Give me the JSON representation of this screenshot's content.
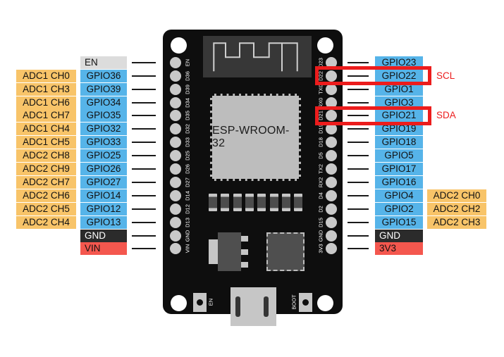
{
  "module": {
    "label": "ESP-WROOM-32"
  },
  "buttons": {
    "en": "EN",
    "boot": "BOOT"
  },
  "colors": {
    "blue": "#56b4e9",
    "orange": "#f8c469",
    "red": "#f4574e",
    "gray": "#dcdcdc",
    "gnd": "#2b2b2b",
    "highlight": "#ec1c1c",
    "board": "#0e0e0e"
  },
  "left_pins": [
    {
      "silk": "EN",
      "label": "EN",
      "type": "en",
      "adc": ""
    },
    {
      "silk": "D36",
      "label": "GPIO36",
      "type": "gpio",
      "adc": "ADC1 CH0"
    },
    {
      "silk": "D39",
      "label": "GPIO39",
      "type": "gpio",
      "adc": "ADC1 CH3"
    },
    {
      "silk": "D34",
      "label": "GPIO34",
      "type": "gpio",
      "adc": "ADC1 CH6"
    },
    {
      "silk": "D35",
      "label": "GPIO35",
      "type": "gpio",
      "adc": "ADC1 CH7"
    },
    {
      "silk": "D32",
      "label": "GPIO32",
      "type": "gpio",
      "adc": "ADC1 CH4"
    },
    {
      "silk": "D33",
      "label": "GPIO33",
      "type": "gpio",
      "adc": "ADC1 CH5"
    },
    {
      "silk": "D25",
      "label": "GPIO25",
      "type": "gpio",
      "adc": "ADC2 CH8"
    },
    {
      "silk": "D26",
      "label": "GPIO26",
      "type": "gpio",
      "adc": "ADC2 CH9"
    },
    {
      "silk": "D27",
      "label": "GPIO27",
      "type": "gpio",
      "adc": "ADC2 CH7"
    },
    {
      "silk": "D14",
      "label": "GPIO14",
      "type": "gpio",
      "adc": "ADC2 CH6"
    },
    {
      "silk": "D12",
      "label": "GPIO12",
      "type": "gpio",
      "adc": "ADC2 CH5"
    },
    {
      "silk": "D13",
      "label": "GPIO13",
      "type": "gpio",
      "adc": "ADC2 CH4"
    },
    {
      "silk": "GND",
      "label": "GND",
      "type": "gnd",
      "adc": ""
    },
    {
      "silk": "VIN",
      "label": "VIN",
      "type": "pwr",
      "adc": ""
    }
  ],
  "right_pins": [
    {
      "silk": "D23",
      "label": "GPIO23",
      "type": "gpio",
      "adc": "",
      "annotation": ""
    },
    {
      "silk": "D22",
      "label": "GPIO22",
      "type": "gpio",
      "adc": "",
      "annotation": "SCL",
      "highlight": true
    },
    {
      "silk": "TX0",
      "label": "GPIO1",
      "type": "gpio",
      "adc": "",
      "annotation": ""
    },
    {
      "silk": "RX0",
      "label": "GPIO3",
      "type": "gpio",
      "adc": "",
      "annotation": ""
    },
    {
      "silk": "D21",
      "label": "GPIO21",
      "type": "gpio",
      "adc": "",
      "annotation": "SDA",
      "highlight": true
    },
    {
      "silk": "D19",
      "label": "GPIO19",
      "type": "gpio",
      "adc": "",
      "annotation": ""
    },
    {
      "silk": "D18",
      "label": "GPIO18",
      "type": "gpio",
      "adc": "",
      "annotation": ""
    },
    {
      "silk": "D5",
      "label": "GPIO5",
      "type": "gpio",
      "adc": "",
      "annotation": ""
    },
    {
      "silk": "TX2",
      "label": "GPIO17",
      "type": "gpio",
      "adc": "",
      "annotation": ""
    },
    {
      "silk": "RX2",
      "label": "GPIO16",
      "type": "gpio",
      "adc": "",
      "annotation": ""
    },
    {
      "silk": "D4",
      "label": "GPIO4",
      "type": "gpio",
      "adc": "ADC2 CH0",
      "annotation": ""
    },
    {
      "silk": "D2",
      "label": "GPIO2",
      "type": "gpio",
      "adc": "ADC2 CH2",
      "annotation": ""
    },
    {
      "silk": "D15",
      "label": "GPIO15",
      "type": "gpio",
      "adc": "ADC2 CH3",
      "annotation": ""
    },
    {
      "silk": "GND",
      "label": "GND",
      "type": "gnd",
      "adc": "",
      "annotation": ""
    },
    {
      "silk": "3V3",
      "label": "3V3",
      "type": "pwr",
      "adc": "",
      "annotation": ""
    }
  ]
}
